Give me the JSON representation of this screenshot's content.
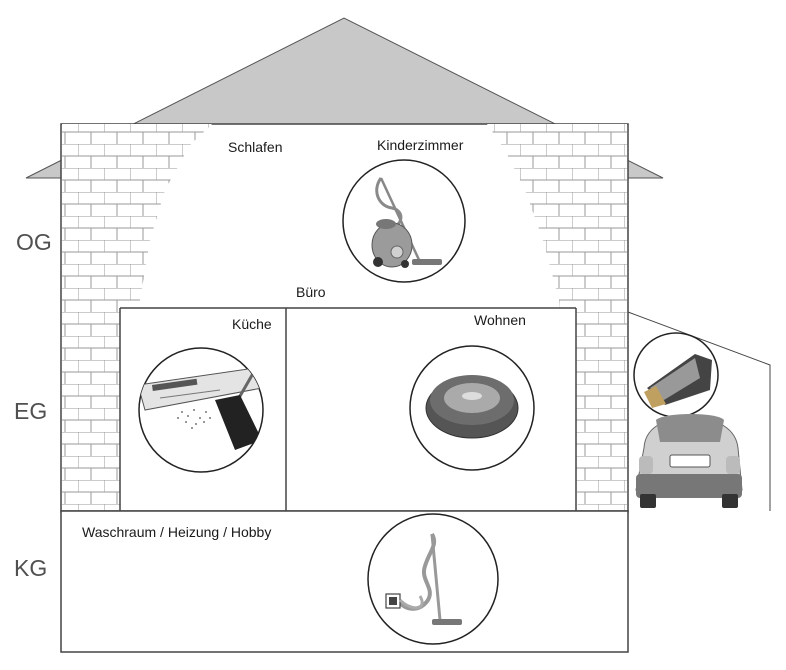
{
  "floors": {
    "og": "OG",
    "eg": "EG",
    "kg": "KG"
  },
  "rooms": {
    "schlafen": "Schlafen",
    "kinderzimmer": "Kinderzimmer",
    "buero": "Büro",
    "kueche": "Küche",
    "wohnen": "Wohnen",
    "keller": "Waschraum / Heizung / Hobby"
  },
  "devices": {
    "og": "canister-vacuum-icon",
    "kueche": "brush-sweeping-icon",
    "wohnen": "robot-vacuum-icon",
    "keller": "wet-dry-vacuum-icon",
    "garage": "handheld-vacuum-icon",
    "car": "car-icon"
  },
  "colors": {
    "roof": "#c8c8c8",
    "outline": "#333333",
    "brick_line": "#999999",
    "floor_text": "#505050"
  }
}
